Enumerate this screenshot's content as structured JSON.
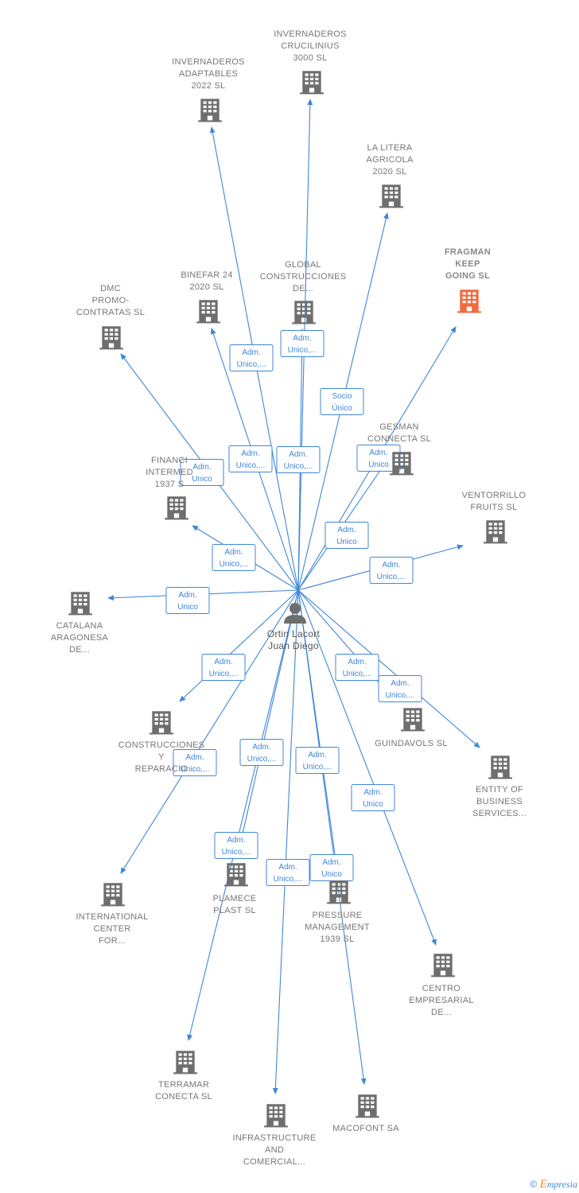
{
  "colors": {
    "edge": "#3f87d8",
    "company_icon": "#6e6e6e",
    "highlight_icon": "#f26a3c",
    "person_icon": "#6e6e6e",
    "label": "#777777"
  },
  "person": {
    "name_lines": [
      "Ortin Lacort",
      "Juan Diego"
    ],
    "icon": "person-icon"
  },
  "companies": [
    {
      "id": "invernaderos-crucilinius",
      "label_lines": [
        "INVERNADEROS",
        "CRUCILINIUS",
        "3000  SL"
      ],
      "icon": "building-icon",
      "highlight": false,
      "label_position": "above"
    },
    {
      "id": "invernaderos-adaptables",
      "label_lines": [
        "INVERNADEROS",
        "ADAPTABLES",
        "2022  SL"
      ],
      "icon": "building-icon",
      "highlight": false,
      "label_position": "above"
    },
    {
      "id": "la-litera-agricola",
      "label_lines": [
        "LA LITERA",
        "AGRICOLA",
        "2020  SL"
      ],
      "icon": "building-icon",
      "highlight": false,
      "label_position": "above"
    },
    {
      "id": "fragman-keep-going",
      "label_lines": [
        "FRAGMAN",
        "KEEP",
        "GOING  SL"
      ],
      "icon": "building-icon",
      "highlight": true,
      "label_position": "above"
    },
    {
      "id": "dmc-promo-contratas",
      "label_lines": [
        "DMC",
        "PROMO-",
        "CONTRATAS SL"
      ],
      "icon": "building-icon",
      "highlight": false,
      "label_position": "above"
    },
    {
      "id": "binefar-24",
      "label_lines": [
        "BINEFAR 24",
        "2020  SL"
      ],
      "icon": "building-icon",
      "highlight": false,
      "label_position": "above"
    },
    {
      "id": "global-construcciones",
      "label_lines": [
        "GLOBAL",
        "CONSTRUCCIONES",
        "DE..."
      ],
      "icon": "building-icon",
      "highlight": false,
      "label_position": "above"
    },
    {
      "id": "gesman-conecta",
      "label_lines": [
        "GESMAN",
        "CONNECTA  SL"
      ],
      "icon": "building-icon",
      "highlight": false,
      "label_position": "above"
    },
    {
      "id": "financiera-intermed",
      "label_lines": [
        "FINANCI",
        "INTERMED",
        "1937  S"
      ],
      "icon": "building-icon",
      "highlight": false,
      "label_position": "above"
    },
    {
      "id": "ventorrillo-fruits",
      "label_lines": [
        "VENTORRILLO",
        "FRUITS  SL"
      ],
      "icon": "building-icon",
      "highlight": false,
      "label_position": "above"
    },
    {
      "id": "catalana-aragonesa",
      "label_lines": [
        "CATALANA",
        "ARAGONESA",
        "DE..."
      ],
      "icon": "building-icon",
      "highlight": false,
      "label_position": "below"
    },
    {
      "id": "construcciones-reparaciones",
      "label_lines": [
        "CONSTRUCCIONES",
        "Y",
        "REPARACIO"
      ],
      "icon": "building-icon",
      "highlight": false,
      "label_position": "below"
    },
    {
      "id": "guindavols",
      "label_lines": [
        "GUINDAVOLS SL"
      ],
      "icon": "building-icon",
      "highlight": false,
      "label_position": "below"
    },
    {
      "id": "entity-business-services",
      "label_lines": [
        "ENTITY OF",
        "BUSINESS",
        "SERVICES..."
      ],
      "icon": "building-icon",
      "highlight": false,
      "label_position": "below"
    },
    {
      "id": "international-center",
      "label_lines": [
        "INTERNATIONAL",
        "CENTER",
        "FOR..."
      ],
      "icon": "building-icon",
      "highlight": false,
      "label_position": "below"
    },
    {
      "id": "plamece-plast",
      "label_lines": [
        "PLAMECE",
        "PLAST SL"
      ],
      "icon": "building-icon",
      "highlight": false,
      "label_position": "below"
    },
    {
      "id": "pressure-management",
      "label_lines": [
        "PRESSURE",
        "MANAGEMENT",
        "1939  SL"
      ],
      "icon": "building-icon",
      "highlight": false,
      "label_position": "below"
    },
    {
      "id": "centro-empresarial",
      "label_lines": [
        "CENTRO",
        "EMPRESARIAL",
        "DE..."
      ],
      "icon": "building-icon",
      "highlight": false,
      "label_position": "below"
    },
    {
      "id": "terramar-conecta",
      "label_lines": [
        "TERRAMAR",
        "CONECTA  SL"
      ],
      "icon": "building-icon",
      "highlight": false,
      "label_position": "below"
    },
    {
      "id": "infrastructure-comercial",
      "label_lines": [
        "INFRASTRUCTURE",
        "AND",
        "COMERCIAL..."
      ],
      "icon": "building-icon",
      "highlight": false,
      "label_position": "below"
    },
    {
      "id": "macofont",
      "label_lines": [
        "MACOFONT SA"
      ],
      "icon": "building-icon",
      "highlight": false,
      "label_position": "below"
    }
  ],
  "relations": [
    {
      "target": "invernaderos-crucilinius",
      "lines": [
        "Adm.",
        "Unico,..."
      ]
    },
    {
      "target": "invernaderos-adaptables",
      "lines": [
        "Adm.",
        "Unico,..."
      ]
    },
    {
      "target": "la-litera-agricola",
      "lines": [
        "Socio",
        "Único"
      ]
    },
    {
      "target": "fragman-keep-going",
      "lines": [
        "Adm.",
        "Unico"
      ]
    },
    {
      "target": "dmc-promo-contratas",
      "lines": [
        "Adm.",
        "Unico"
      ]
    },
    {
      "target": "binefar-24",
      "lines": [
        "Adm.",
        "Unico,..."
      ]
    },
    {
      "target": "global-construcciones",
      "lines": [
        "Adm.",
        "Unico,..."
      ]
    },
    {
      "target": "gesman-conecta",
      "lines": [
        "Adm.",
        "Unico"
      ]
    },
    {
      "target": "financiera-intermed",
      "lines": [
        "Adm.",
        "Unico,..."
      ]
    },
    {
      "target": "ventorrillo-fruits",
      "lines": [
        "Adm.",
        "Unico,..."
      ]
    },
    {
      "target": "catalana-aragonesa",
      "lines": [
        "Adm.",
        "Unico"
      ]
    },
    {
      "target": "construcciones-reparaciones",
      "lines": [
        "Adm.",
        "Unico,..."
      ]
    },
    {
      "target": "guindavols",
      "lines": [
        "Adm.",
        "Unico,..."
      ]
    },
    {
      "target": "entity-business-services",
      "lines": [
        "Adm.",
        "Unico,..."
      ]
    },
    {
      "target": "international-center",
      "lines": [
        "Adm.",
        "Unico,..."
      ]
    },
    {
      "target": "plamece-plast",
      "lines": [
        "Adm.",
        "Unico,..."
      ]
    },
    {
      "target": "pressure-management",
      "lines": [
        "Adm.",
        "Unico,..."
      ]
    },
    {
      "target": "centro-empresarial",
      "lines": [
        "Adm.",
        "Unico"
      ]
    },
    {
      "target": "terramar-conecta",
      "lines": [
        "Adm.",
        "Unico,..."
      ]
    },
    {
      "target": "infrastructure-comercial",
      "lines": [
        "Adm.",
        "Unico,..."
      ]
    },
    {
      "target": "macofont",
      "lines": [
        "Adm.",
        "Unico"
      ]
    }
  ],
  "footer": {
    "copyright": "©",
    "brand_initial": "E",
    "brand_rest": "mpresia"
  }
}
